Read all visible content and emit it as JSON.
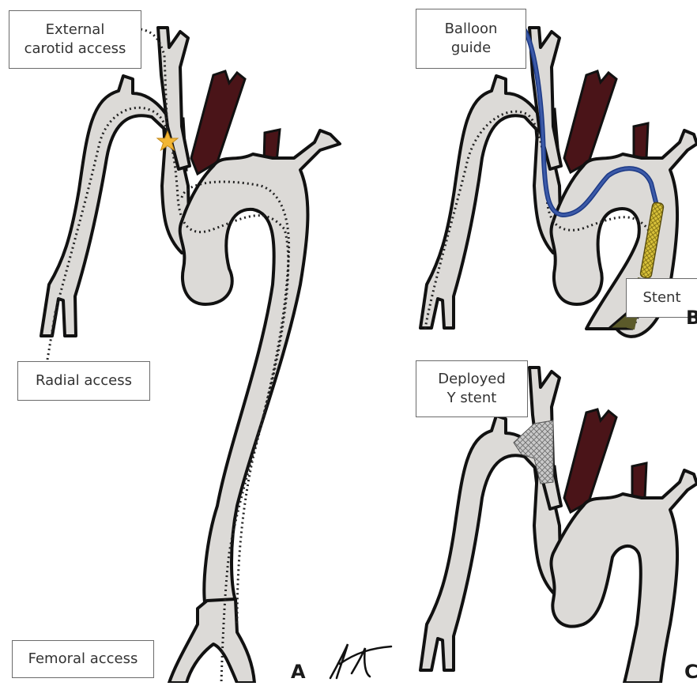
{
  "panels": {
    "a": {
      "letter": "A",
      "labels": {
        "external_carotid_line1": "External",
        "external_carotid_line2": "carotid access",
        "radial": "Radial access",
        "femoral": "Femoral access"
      }
    },
    "b": {
      "letter": "B",
      "labels": {
        "balloon_line1": "Balloon",
        "balloon_line2": "guide",
        "stent": "Stent"
      }
    },
    "c": {
      "letter": "C",
      "labels": {
        "deployed_line1": "Deployed",
        "deployed_line2": "Y stent"
      }
    }
  },
  "colors": {
    "vessel_fill": "#dcdad7",
    "vessel_outline": "#111111",
    "dark_vessel": "#4a1418",
    "balloon_catheter": "#3c5aa8",
    "stent_yellow": "#d9c23a",
    "star": "#f2b634",
    "path_dots": "#222222"
  },
  "icons": [
    "signature-icon",
    "star-icon"
  ]
}
